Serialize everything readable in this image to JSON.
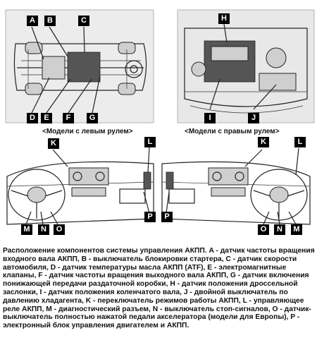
{
  "labels": {
    "A": "A",
    "B": "B",
    "C": "C",
    "D": "D",
    "E": "E",
    "F": "F",
    "G": "G",
    "H": "H",
    "I": "I",
    "J": "J",
    "K": "K",
    "L": "L",
    "M": "M",
    "N": "N",
    "O": "O",
    "P": "P"
  },
  "subtitles": {
    "left_hand_drive": "<Модели с левым рулем>",
    "right_hand_drive": "<Модели с правым рулем>"
  },
  "caption": "Расположение компонентов системы управления АКПП. A - датчик частоты вращения входного вала АКПП, B - выключатель блокировки стартера, C - датчик скорости автомобиля, D - датчик температуры масла АКПП (ATF), E - электромагнитные клапаны, F - датчик частоты вращения выходного вала АКПП, G - датчик включения понижающей передачи раздаточной коробки, H - датчик положения дроссельной заслонки, I - датчик положения коленчатого вала, J - двойной выключатель по давлению хладагента, K - переключатель режимов работы АКПП, L - управляющее реле АКПП, M - диагностический разъем, N - выключатель стоп-сигналов, O - датчик-выключатель полностью нажатой педали акселератора (модели для Европы), P - электронный блок управления двигателем и АКПП."
}
